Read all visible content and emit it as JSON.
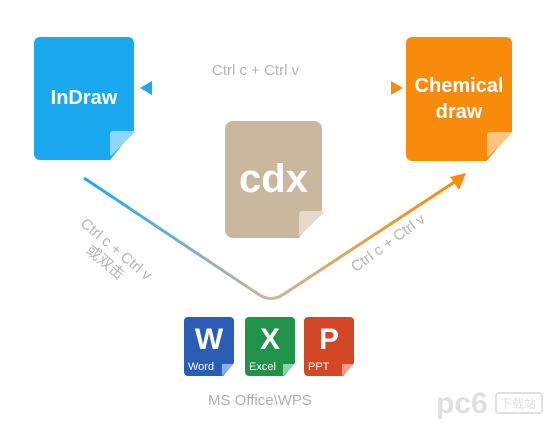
{
  "nodes": {
    "indraw": "InDraw",
    "chemical_line1": "Chemical",
    "chemical_line2": "draw",
    "cdx": "cdx"
  },
  "edges": {
    "top": "Ctrl c + Ctrl v",
    "left_line1": "Ctrl c + Ctrl v",
    "left_line2": "或双击",
    "right": "Ctrl c + Ctrl v"
  },
  "office": {
    "word_letter": "W",
    "word_name": "Word",
    "excel_letter": "X",
    "excel_name": "Excel",
    "ppt_letter": "P",
    "ppt_name": "PPT",
    "caption": "MS Office\\WPS"
  },
  "watermark": "pc6 下载站",
  "colors": {
    "indraw": "#1aa9ef",
    "chemical": "#f98b0c",
    "cdx": "#c9b79e",
    "word": "#2a5db3",
    "excel": "#20924a",
    "ppt": "#d24826"
  }
}
